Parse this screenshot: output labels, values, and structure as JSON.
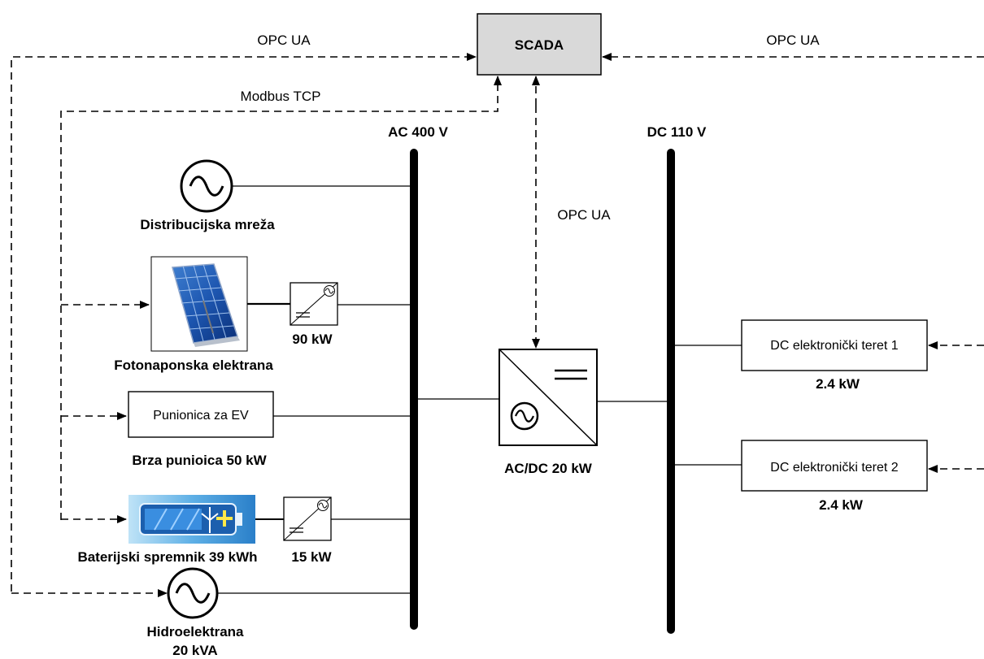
{
  "scada": {
    "label": "SCADA",
    "fill": "#d9d9d9"
  },
  "protocols": {
    "opc_left": "OPC UA",
    "opc_right": "OPC UA",
    "modbus": "Modbus TCP",
    "opc_center": "OPC UA"
  },
  "buses": {
    "ac": "AC 400 V",
    "dc": "DC 110 V"
  },
  "ac_side": {
    "grid": "Distribucijska mreža",
    "pv_plant": "Fotonaponska elektrana",
    "pv_inverter_rating": "90 kW",
    "charger_box": "Punionica za EV",
    "charger_caption": "Brza punioica 50 kW",
    "battery": "Baterijski spremnik 39 kWh",
    "battery_inverter_rating": "15 kW",
    "hydro_line1": "Hidroelektrana",
    "hydro_line2": "20 kVA"
  },
  "converter": {
    "label": "AC/DC 20 kW"
  },
  "dc_side": {
    "load1_box": "DC elektronički teret 1",
    "load1_rating": "2.4 kW",
    "load2_box": "DC elektronički teret 2",
    "load2_rating": "2.4 kW"
  },
  "icons": {
    "ac_source": "sine-wave-icon",
    "inverter": "dc-ac-inverter-icon",
    "pv_panel": "solar-panel-icon",
    "battery": "battery-icon"
  }
}
